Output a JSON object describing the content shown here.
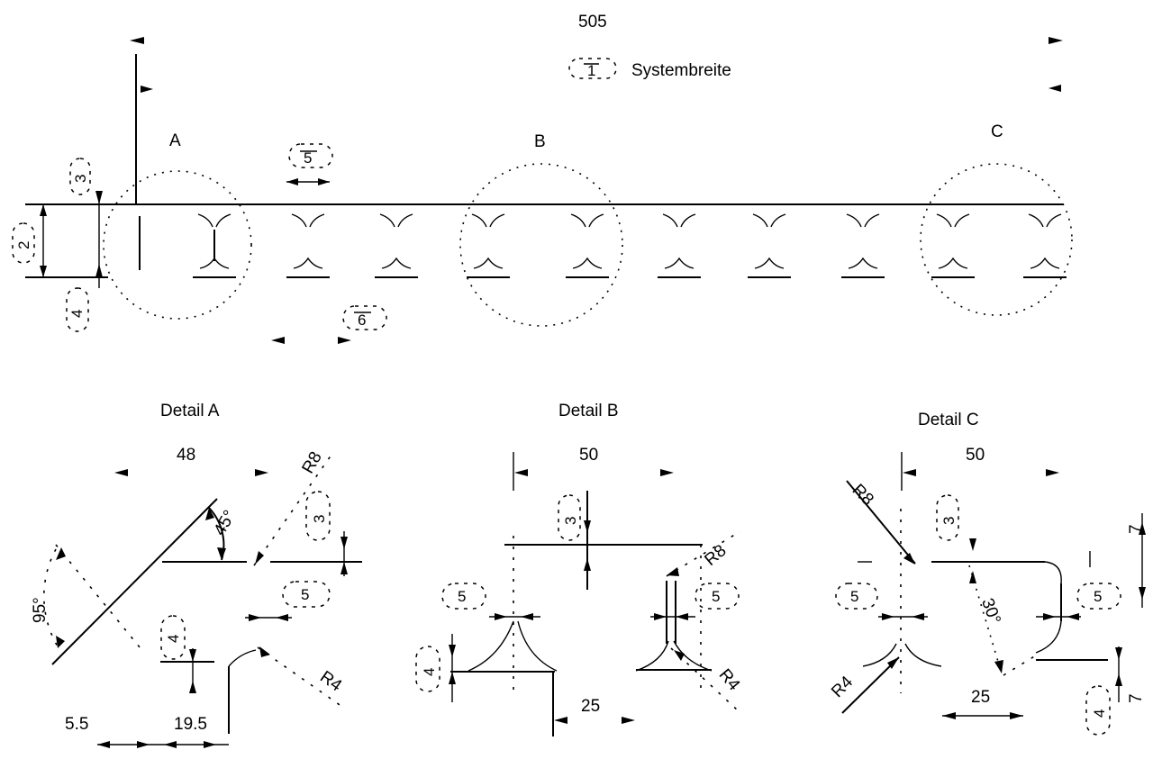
{
  "overall_width": "505",
  "legend_number": "1",
  "legend_label": "Systembreite",
  "zone_labels": {
    "a": "A",
    "b": "B",
    "c": "C"
  },
  "callouts": {
    "n2": "2",
    "n3": "3",
    "n4": "4",
    "n5": "5",
    "n6": "6"
  },
  "detail_titles": {
    "a": "Detail A",
    "b": "Detail B",
    "c": "Detail C"
  },
  "detail_a": {
    "width": "48",
    "radius_top": "R8",
    "angle_top": "45°",
    "angle_left": "95°",
    "radius_bottom": "R4",
    "dim_left": "5.5",
    "dim_right": "19.5",
    "n3": "3",
    "n4": "4",
    "n5": "5"
  },
  "detail_b": {
    "width": "50",
    "radius_top": "R8",
    "radius_bottom": "R4",
    "bottom_width": "25",
    "n3": "3",
    "n4": "4",
    "n5_left": "5",
    "n5_right": "5"
  },
  "detail_c": {
    "width": "50",
    "radius_top": "R8",
    "radius_bottom": "R4",
    "slope": "30°",
    "bottom_width": "25",
    "height_top": "7",
    "height_bottom": "7",
    "n3": "3",
    "n4": "4",
    "n5_left": "5",
    "n5_right": "5"
  }
}
